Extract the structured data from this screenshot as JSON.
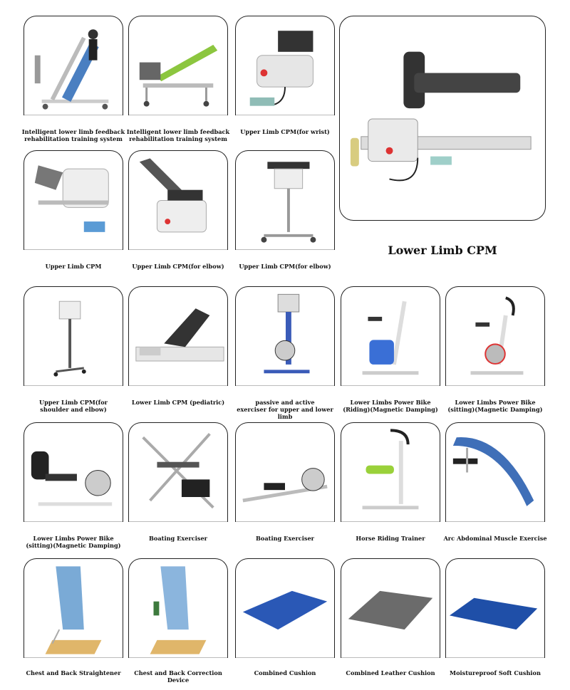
{
  "featured": {
    "title": "Lower Limb CPM"
  },
  "products": [
    {
      "caption": "Intelligent lower limb feedback\nrehabilitation training system"
    },
    {
      "caption": "Intelligent lower limb feedback\nrehabilitation training system"
    },
    {
      "caption": "Upper Limb CPM(for wrist)"
    },
    {
      "caption": "Upper Limb CPM"
    },
    {
      "caption": "Upper Limb CPM(for elbow)"
    },
    {
      "caption": "Upper Limb CPM(for elbow)"
    },
    {
      "caption": "Upper Limb CPM(for\nshoulder and elbow)"
    },
    {
      "caption": "Lower Limb CPM (pediatric)"
    },
    {
      "caption": "passive and active\nexerciser for upper and lower limb"
    },
    {
      "caption": "Lower Limbs Power Bike\n(Riding)(Magnetic Damping)"
    },
    {
      "caption": "Lower Limbs Power Bike\n(sitting)(Magnetic Damping)"
    },
    {
      "caption": "Lower Limbs Power Bike\n(sitting)(Magnetic Damping)"
    },
    {
      "caption": "Boating Exerciser"
    },
    {
      "caption": "Boating Exerciser"
    },
    {
      "caption": "Horse Riding Trainer"
    },
    {
      "caption": "Arc Abdominal Muscle Exercise"
    },
    {
      "caption": "Chest and Back Straightener"
    },
    {
      "caption": "Chest and Back Correction Device"
    },
    {
      "caption": "Combined Cushion"
    },
    {
      "caption": "Combined Leather Cushion"
    },
    {
      "caption": "Moistureproof Soft Cushion"
    }
  ]
}
